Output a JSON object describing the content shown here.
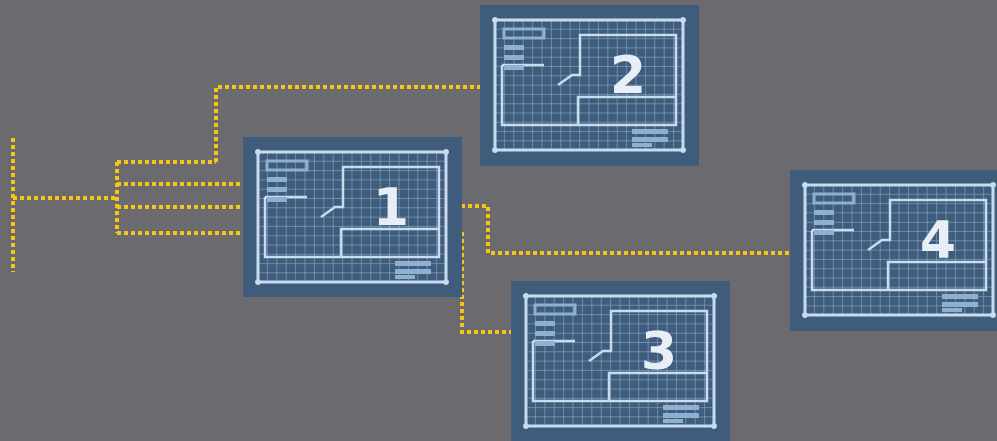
{
  "colors": {
    "background": "#6b6b6f",
    "panel": "#3f5c7c",
    "grid": "#8fb0d0",
    "frame": "#c9dbee",
    "wire": "#f5c518",
    "label": "#e8eef5"
  },
  "blueprints": [
    {
      "id": "bp1",
      "label": "1"
    },
    {
      "id": "bp2",
      "label": "2"
    },
    {
      "id": "bp3",
      "label": "3"
    },
    {
      "id": "bp4",
      "label": "4"
    }
  ]
}
